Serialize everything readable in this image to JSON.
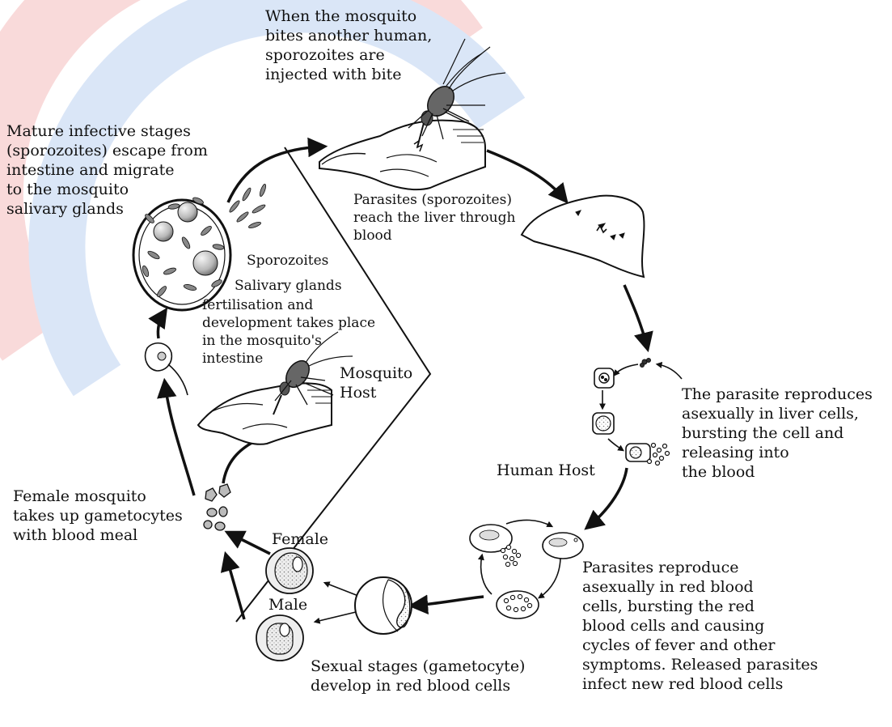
{
  "labels": {
    "mosquito_bites": "When the mosquito\nbites another human,\nsporozoites are\ninjected with bite",
    "mature_stages": "Mature infective stages\n(sporozoites) escape from\nintestine and migrate\nto the mosquito\nsalivary glands",
    "reach_liver": "Parasites (sporozoites)\nreach the liver through\nblood",
    "sporozoites": "Sporozoites",
    "salivary_glands": "Salivary glands",
    "fertilisation": "fertilisation and\ndevelopment takes place\nin the mosquito's\nintestine",
    "mosquito_host": "Mosquito\nHost",
    "liver_reproduce": "The parasite reproduces\nasexually in liver cells,\nbursting the cell and\nreleasing into\nthe blood",
    "human_host": "Human Host",
    "female_mosquito": "Female mosquito\ntakes up gametocytes\nwith blood meal",
    "female": "Female",
    "male": "Male",
    "rbc_reproduce": "Parasites reproduce\nasexually in red blood\ncells, bursting the red\nblood cells and causing\ncycles of fever and other\nsymptoms. Released parasites\ninfect new red blood cells",
    "sexual_stages": "Sexual stages (gametocyte)\ndevelop in red blood cells"
  },
  "colors": {
    "ink": "#111111",
    "skin": "#ffffff",
    "mosquito_body": "#555555",
    "stipple": "#9a9a9a",
    "cell_fill": "#eeeeee",
    "watermark_red": "#f26b6b",
    "watermark_blue": "#7aa7e0"
  }
}
